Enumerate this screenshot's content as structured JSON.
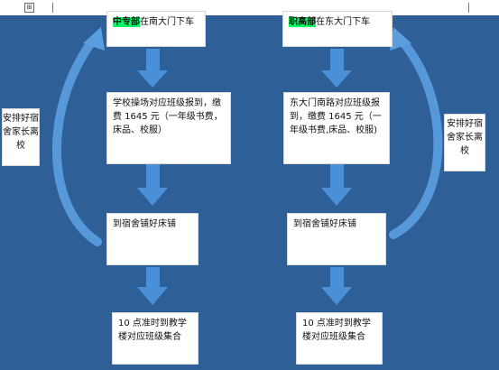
{
  "colors": {
    "background": "#2e5f97",
    "arrow": "#4a90d9",
    "curve": "#5b9ee0",
    "highlight": "#00ff66",
    "box": "#ffffff"
  },
  "toolbar": {
    "handle_icon": "move-handle-icon"
  },
  "left_flow": {
    "step1_highlight": "中专部",
    "step1_rest": "在南大门下车",
    "step2": "学校操场对应班级报到，缴费 1645 元（一年级书费，床品、校服）",
    "step3": "到宿舍铺好床铺",
    "step4": "10 点准时到教学楼对应班级集合"
  },
  "right_flow": {
    "step1_highlight": "职高部",
    "step1_rest": "在东大门下车",
    "step2": "东大门南路对应班级报到，缴费 1645 元（一年级书费,床品、校服)",
    "step3": "到宿舍铺好床铺",
    "step4": "10 点准时到教学楼对应班级集合"
  },
  "left_note": "安排好宿舍家长离校",
  "right_note": "安排好宿舍家长离校"
}
